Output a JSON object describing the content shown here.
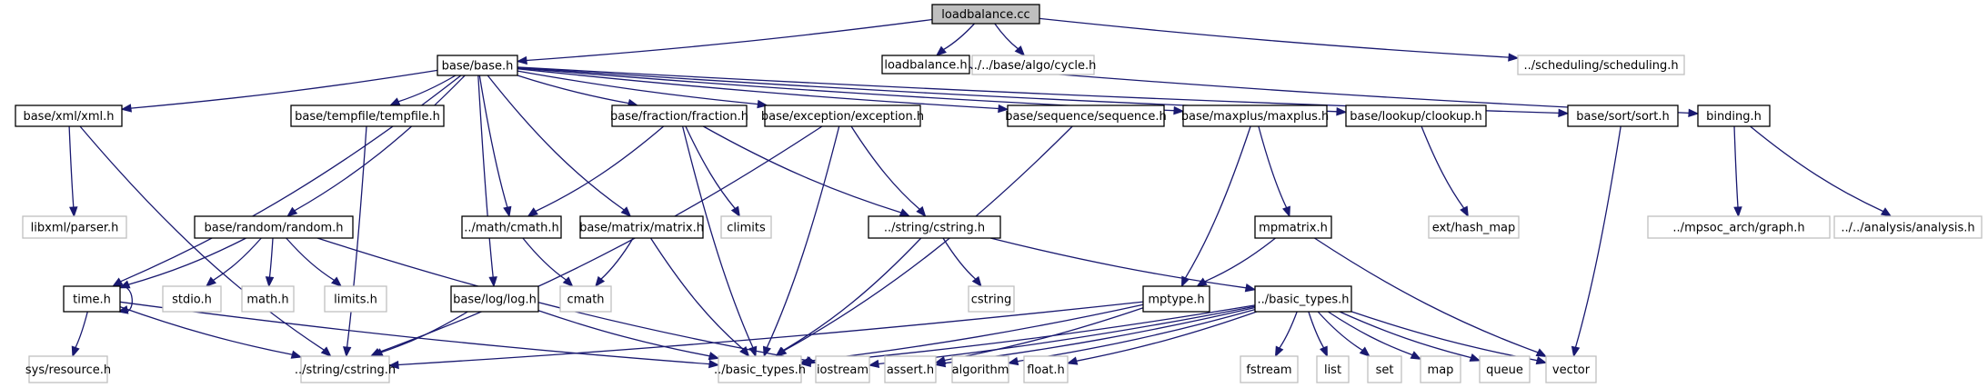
{
  "title": "loadbalance.cc include dependency graph",
  "colors": {
    "edge": "#191970",
    "root_fill": "#bfbfbf",
    "local_border": "#000000",
    "system_border": "#bfbfbf"
  },
  "nodes": [
    {
      "id": "loadbalance_cc",
      "label": "loadbalance.cc",
      "kind": "root"
    },
    {
      "id": "base_base",
      "label": "base/base.h",
      "kind": "local"
    },
    {
      "id": "loadbalance_h",
      "label": "loadbalance.h",
      "kind": "local"
    },
    {
      "id": "cycle",
      "label": "../../base/algo/cycle.h",
      "kind": "sys"
    },
    {
      "id": "scheduling",
      "label": "../scheduling/scheduling.h",
      "kind": "sys"
    },
    {
      "id": "xml",
      "label": "base/xml/xml.h",
      "kind": "local"
    },
    {
      "id": "tempfile",
      "label": "base/tempfile/tempfile.h",
      "kind": "local"
    },
    {
      "id": "fraction",
      "label": "base/fraction/fraction.h",
      "kind": "local"
    },
    {
      "id": "exception",
      "label": "base/exception/exception.h",
      "kind": "local"
    },
    {
      "id": "sequence",
      "label": "base/sequence/sequence.h",
      "kind": "local"
    },
    {
      "id": "maxplus",
      "label": "base/maxplus/maxplus.h",
      "kind": "local"
    },
    {
      "id": "clookup",
      "label": "base/lookup/clookup.h",
      "kind": "local"
    },
    {
      "id": "sort",
      "label": "base/sort/sort.h",
      "kind": "local"
    },
    {
      "id": "binding",
      "label": "binding.h",
      "kind": "local"
    },
    {
      "id": "parser",
      "label": "libxml/parser.h",
      "kind": "sys"
    },
    {
      "id": "random",
      "label": "base/random/random.h",
      "kind": "local"
    },
    {
      "id": "cmath_h",
      "label": "../math/cmath.h",
      "kind": "local"
    },
    {
      "id": "matrix",
      "label": "base/matrix/matrix.h",
      "kind": "local"
    },
    {
      "id": "climits",
      "label": "climits",
      "kind": "sys"
    },
    {
      "id": "cstring_h",
      "label": "../string/cstring.h",
      "kind": "local"
    },
    {
      "id": "mpmatrix",
      "label": "mpmatrix.h",
      "kind": "local"
    },
    {
      "id": "hash_map",
      "label": "ext/hash_map",
      "kind": "sys"
    },
    {
      "id": "graph_h",
      "label": "../mpsoc_arch/graph.h",
      "kind": "sys"
    },
    {
      "id": "analysis",
      "label": "../../analysis/analysis.h",
      "kind": "sys"
    },
    {
      "id": "time",
      "label": "time.h",
      "kind": "local"
    },
    {
      "id": "stdio",
      "label": "stdio.h",
      "kind": "sys"
    },
    {
      "id": "math",
      "label": "math.h",
      "kind": "sys"
    },
    {
      "id": "limits",
      "label": "limits.h",
      "kind": "sys"
    },
    {
      "id": "log",
      "label": "base/log/log.h",
      "kind": "local"
    },
    {
      "id": "cmath",
      "label": "cmath",
      "kind": "sys"
    },
    {
      "id": "cstring",
      "label": "cstring",
      "kind": "sys"
    },
    {
      "id": "mptype",
      "label": "mptype.h",
      "kind": "local"
    },
    {
      "id": "basic_types_h",
      "label": "../basic_types.h",
      "kind": "local"
    },
    {
      "id": "resource",
      "label": "sys/resource.h",
      "kind": "sys"
    },
    {
      "id": "cstring_h_ext",
      "label": "../string/cstring.h",
      "kind": "sys"
    },
    {
      "id": "basic_types_ext",
      "label": "../basic_types.h",
      "kind": "sys"
    },
    {
      "id": "iostream",
      "label": "iostream",
      "kind": "sys"
    },
    {
      "id": "assert",
      "label": "assert.h",
      "kind": "sys"
    },
    {
      "id": "algorithm",
      "label": "algorithm",
      "kind": "sys"
    },
    {
      "id": "float",
      "label": "float.h",
      "kind": "sys"
    },
    {
      "id": "fstream",
      "label": "fstream",
      "kind": "sys"
    },
    {
      "id": "list",
      "label": "list",
      "kind": "sys"
    },
    {
      "id": "set",
      "label": "set",
      "kind": "sys"
    },
    {
      "id": "map",
      "label": "map",
      "kind": "sys"
    },
    {
      "id": "queue",
      "label": "queue",
      "kind": "sys"
    },
    {
      "id": "vector",
      "label": "vector",
      "kind": "sys"
    }
  ],
  "edges": [
    [
      "loadbalance_cc",
      "base_base"
    ],
    [
      "loadbalance_cc",
      "loadbalance_h"
    ],
    [
      "loadbalance_cc",
      "cycle"
    ],
    [
      "loadbalance_cc",
      "scheduling"
    ],
    [
      "loadbalance_h",
      "binding"
    ],
    [
      "base_base",
      "xml"
    ],
    [
      "base_base",
      "tempfile"
    ],
    [
      "base_base",
      "random"
    ],
    [
      "base_base",
      "time"
    ],
    [
      "base_base",
      "log"
    ],
    [
      "base_base",
      "cmath_h"
    ],
    [
      "base_base",
      "matrix"
    ],
    [
      "base_base",
      "fraction"
    ],
    [
      "base_base",
      "exception"
    ],
    [
      "base_base",
      "sequence"
    ],
    [
      "base_base",
      "maxplus"
    ],
    [
      "base_base",
      "clookup"
    ],
    [
      "base_base",
      "sort"
    ],
    [
      "xml",
      "parser"
    ],
    [
      "xml",
      "cstring_h_ext"
    ],
    [
      "tempfile",
      "cstring_h_ext"
    ],
    [
      "random",
      "time"
    ],
    [
      "random",
      "stdio"
    ],
    [
      "random",
      "math"
    ],
    [
      "random",
      "limits"
    ],
    [
      "random",
      "iostream"
    ],
    [
      "time",
      "time"
    ],
    [
      "time",
      "resource"
    ],
    [
      "time",
      "cstring_h_ext"
    ],
    [
      "time",
      "basic_types_ext"
    ],
    [
      "log",
      "cstring_h_ext"
    ],
    [
      "log",
      "basic_types_ext"
    ],
    [
      "cmath_h",
      "cmath"
    ],
    [
      "matrix",
      "cmath"
    ],
    [
      "matrix",
      "basic_types_ext"
    ],
    [
      "fraction",
      "cmath_h"
    ],
    [
      "fraction",
      "climits"
    ],
    [
      "fraction",
      "cstring_h"
    ],
    [
      "fraction",
      "basic_types_ext"
    ],
    [
      "exception",
      "cstring_h"
    ],
    [
      "exception",
      "cstring_h_ext"
    ],
    [
      "exception",
      "basic_types_ext"
    ],
    [
      "sequence",
      "basic_types_ext"
    ],
    [
      "cstring_h",
      "cstring"
    ],
    [
      "cstring_h",
      "basic_types_h"
    ],
    [
      "cstring_h",
      "basic_types_ext"
    ],
    [
      "maxplus",
      "mpmatrix"
    ],
    [
      "maxplus",
      "mptype"
    ],
    [
      "mpmatrix",
      "mptype"
    ],
    [
      "mpmatrix",
      "vector"
    ],
    [
      "clookup",
      "hash_map"
    ],
    [
      "sort",
      "vector"
    ],
    [
      "binding",
      "graph_h"
    ],
    [
      "binding",
      "analysis"
    ],
    [
      "mptype",
      "cstring_h_ext"
    ],
    [
      "mptype",
      "basic_types_ext"
    ],
    [
      "mptype",
      "assert"
    ],
    [
      "basic_types_h",
      "basic_types_ext"
    ],
    [
      "basic_types_h",
      "iostream"
    ],
    [
      "basic_types_h",
      "assert"
    ],
    [
      "basic_types_h",
      "algorithm"
    ],
    [
      "basic_types_h",
      "float"
    ],
    [
      "basic_types_h",
      "fstream"
    ],
    [
      "basic_types_h",
      "list"
    ],
    [
      "basic_types_h",
      "set"
    ],
    [
      "basic_types_h",
      "map"
    ],
    [
      "basic_types_h",
      "queue"
    ],
    [
      "basic_types_h",
      "vector"
    ]
  ]
}
